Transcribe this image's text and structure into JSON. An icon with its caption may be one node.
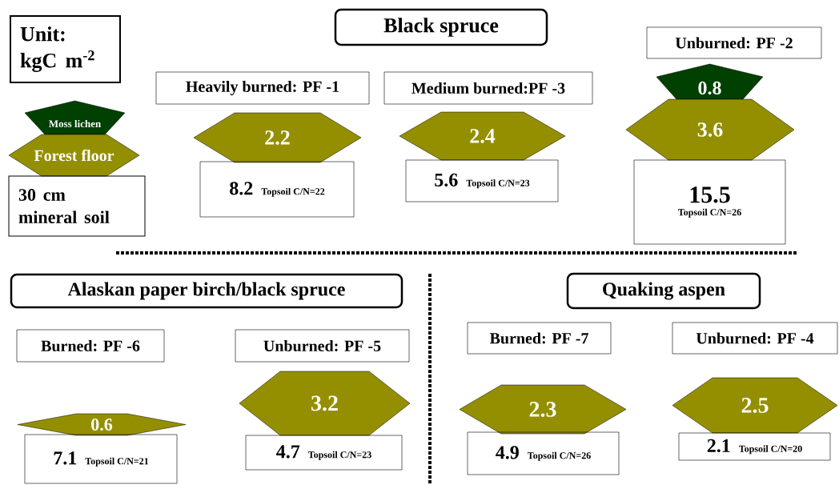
{
  "diagram": {
    "nodes": [
      {
        "text": [
          "Unit: kgC m$^{-2}$"
        ]
      },
      {
        "text": [
          "Black spruce"
        ]
      },
      {
        "text": [
          "Unburned: PF -2"
        ]
      },
      {
        "text": [
          "Heavily burned: PF -1"
        ]
      },
      {
        "text": [
          "Medium burned:PF -3"
        ]
      },
      {
        "text": [
          "Moss lichen"
        ]
      },
      {
        "text": [
          "0.8"
        ]
      },
      {
        "text": [
          "Forest floor"
        ]
      },
      {
        "text": [
          "2.2"
        ]
      },
      {
        "text": [
          "2.4"
        ]
      },
      {
        "text": [
          "3.6"
        ]
      },
      {
        "text": [
          "30 cm mineral soil"
        ]
      },
      {
        "text": [
          "8.2",
          "Topsoil C/N=22"
        ]
      },
      {
        "text": [
          "5.6",
          "Topsoil C/N=23"
        ]
      },
      {
        "text": [
          "15.5",
          "Topsoil C/N=26"
        ]
      },
      {
        "text": [
          "Alaskan paper birch/black spruce"
        ]
      },
      {
        "text": [
          "Quaking aspen"
        ]
      },
      {
        "text": [
          "Burned: PF -6"
        ]
      },
      {
        "text": [
          "Unburned: PF -5"
        ]
      },
      {
        "text": [
          "Burned: PF -7"
        ]
      },
      {
        "text": [
          "Unburned: PF -4"
        ]
      },
      {
        "text": [
          "3.2"
        ]
      },
      {
        "text": [
          "2.3"
        ]
      },
      {
        "text": [
          "2.5"
        ]
      },
      {
        "text": [
          "0.6"
        ]
      },
      {
        "text": [
          "7.1",
          "Topsoil C/N=21"
        ]
      },
      {
        "text": [
          "4.7",
          "Topsoil C/N=23"
        ]
      },
      {
        "text": [
          "4.9",
          "Topsoil C/N=26"
        ]
      },
      {
        "text": [
          "2.1",
          "Topsoil C/N=20"
        ]
      }
    ]
  }
}
